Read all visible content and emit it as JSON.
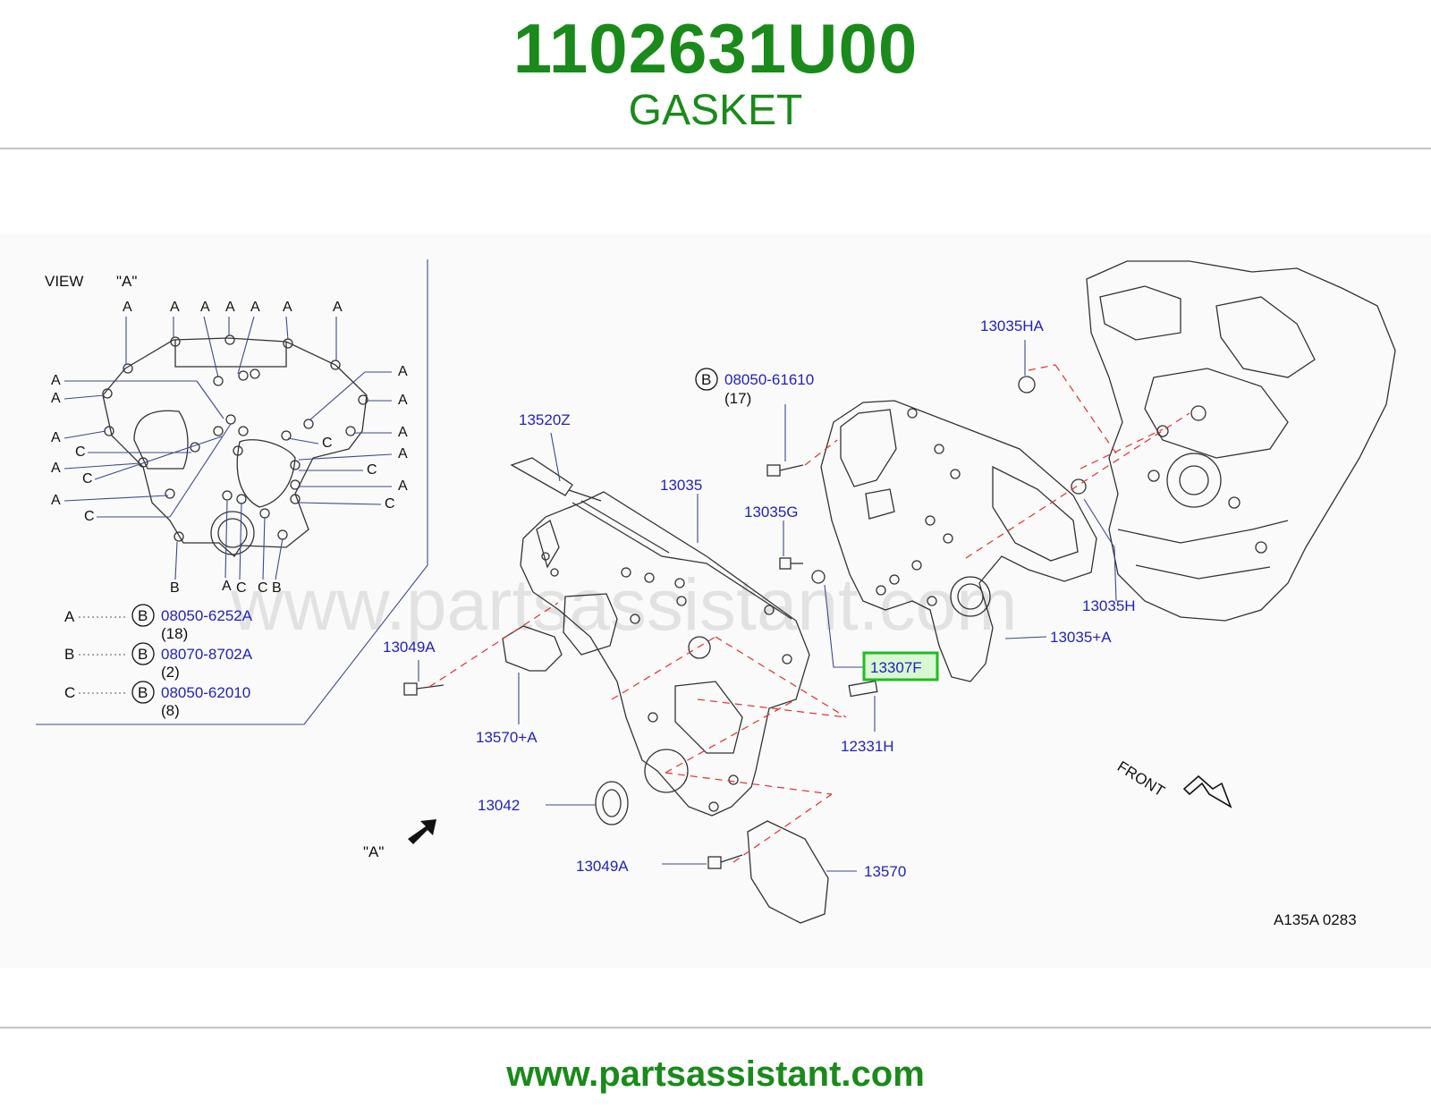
{
  "header": {
    "part_number": "1102631U00",
    "part_name": "GASKET"
  },
  "footer": {
    "website": "www.partsassistant.com"
  },
  "watermark": "www.partsassistant.com",
  "diagram": {
    "ref_code": "A135A  0283",
    "view_title": "VIEW",
    "view_name": "\"A\"",
    "view_arrow_label": "\"A\"",
    "front_label": "FRONT",
    "highlight_color": "#22bb22",
    "callouts": {
      "c13035HA": "13035HA",
      "c08050_61610": "08050-61610",
      "c08050_61610_qty": "(17)",
      "c13520Z": "13520Z",
      "c13035": "13035",
      "c13035G": "13035G",
      "c13035H": "13035H",
      "c13035A": "13035+A",
      "c13307F": "13307F",
      "c13049A_1": "13049A",
      "c13570A": "13570+A",
      "c12331H": "12331H",
      "c13042": "13042",
      "c13049A_2": "13049A",
      "c13570": "13570"
    },
    "circle_letter": "B",
    "legend": [
      {
        "key": "A",
        "circle": "B",
        "part": "08050-6252A",
        "qty": "(18)"
      },
      {
        "key": "B",
        "circle": "B",
        "part": "08070-8702A",
        "qty": "(2)"
      },
      {
        "key": "C",
        "circle": "B",
        "part": "08050-62010",
        "qty": "(8)"
      }
    ],
    "view_letters": {
      "a": "A",
      "b": "B",
      "c": "C"
    }
  }
}
